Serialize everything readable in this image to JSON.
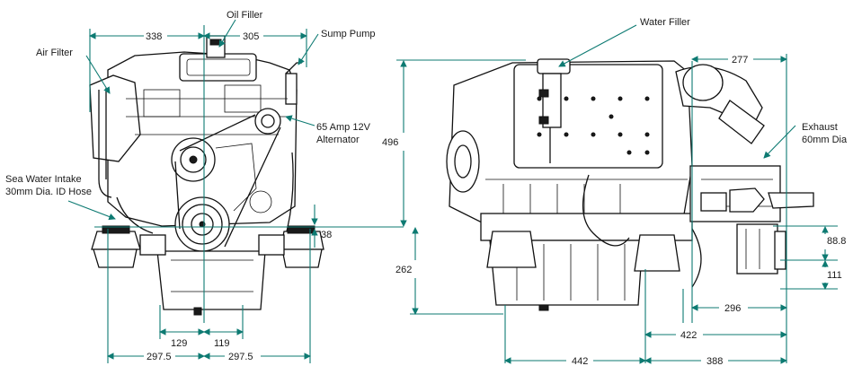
{
  "front_view": {
    "labels": {
      "oil_filler": "Oil Filler",
      "sump_pump": "Sump Pump",
      "air_filter": "Air Filter",
      "alternator_line1": "65 Amp 12V",
      "alternator_line2": "Alternator",
      "sea_water_line1": "Sea Water Intake",
      "sea_water_line2": "30mm Dia. ID Hose"
    },
    "dims": {
      "top_left": "338",
      "top_right": "305",
      "mid_right": "38",
      "bottom_left_inner": "129",
      "bottom_right_inner": "119",
      "bottom_left_outer": "297.5",
      "bottom_right_outer": "297.5"
    }
  },
  "side_view": {
    "labels": {
      "water_filler": "Water Filler",
      "exhaust_line1": "Exhaust",
      "exhaust_line2": "60mm Dia"
    },
    "dims": {
      "top_right": "277",
      "height_total": "496",
      "height_lower": "262",
      "right_upper": "88.8",
      "right_lower": "111",
      "bottom_296": "296",
      "bottom_422": "422",
      "bottom_442": "442",
      "bottom_388": "388"
    }
  },
  "colors": {
    "dimension": "#0d7a72",
    "ink": "#111111"
  }
}
